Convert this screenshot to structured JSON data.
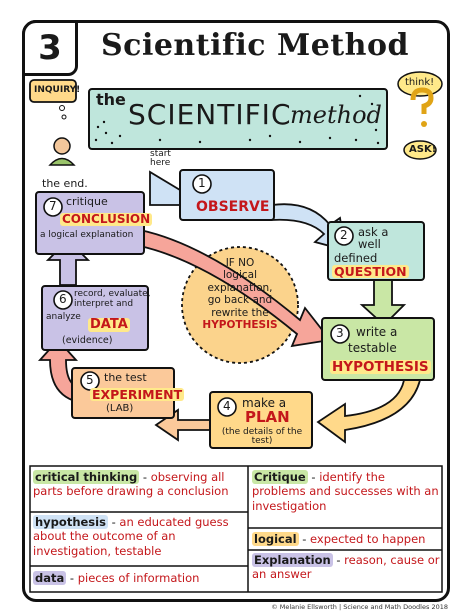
{
  "page": {
    "number": "3",
    "title": "Scientific Method"
  },
  "banner": {
    "line1": "the",
    "line2": "SCIENTIFIC",
    "line3": "method"
  },
  "side_notes": {
    "inquiry": "INQUIRY!",
    "think": "think!",
    "ask": "ASK!",
    "start_here": "start here",
    "the_end": "the end."
  },
  "center": {
    "line1": "IF NO",
    "line2": "logical",
    "line3": "explanation,",
    "line4": "go back and",
    "line5": "rewrite the",
    "line6": "HYPOTHESIS"
  },
  "steps": [
    {
      "n": "1",
      "lines": [
        ""
      ],
      "key": "OBSERVE",
      "sub": ""
    },
    {
      "n": "2",
      "lines": [
        "ask a",
        "well",
        "defined"
      ],
      "key": "QUESTION",
      "sub": ""
    },
    {
      "n": "3",
      "lines": [
        "write a",
        "testable"
      ],
      "key": "HYPOTHESIS",
      "sub": ""
    },
    {
      "n": "4",
      "lines": [
        "make a"
      ],
      "key": "PLAN",
      "sub": "(the details of the test)"
    },
    {
      "n": "5",
      "lines": [
        "the test"
      ],
      "key": "EXPERIMENT",
      "sub": "(LAB)"
    },
    {
      "n": "6",
      "lines": [
        "record, evaluate,",
        "interpret and",
        "analyze"
      ],
      "key": "DATA",
      "sub": "(evidence)"
    },
    {
      "n": "7",
      "lines": [
        "critique"
      ],
      "key": "CONCLUSION",
      "sub": "a logical explanation"
    }
  ],
  "definitions": [
    {
      "term": "critical thinking",
      "text": "observing all parts before drawing a conclusion"
    },
    {
      "term": "Critique",
      "text": "identify the problems and successes with an investigation"
    },
    {
      "term": "hypothesis",
      "text": "an educated guess about the outcome of an investigation, testable"
    },
    {
      "term": "logical",
      "text": "expected to happen"
    },
    {
      "term": "Explanation",
      "text": "reason, cause or an answer"
    },
    {
      "term": "data",
      "text": "pieces of information"
    }
  ],
  "credit": "© Melanie Ellsworth | Science and Math Doodles 2018",
  "colors": {
    "teal": "#bfe6dc",
    "blue": "#cfe2f5",
    "green": "#c9e7a5",
    "yellow": "#ffd98a",
    "orange": "#fbc99a",
    "salmon": "#f6a59a",
    "purple": "#c9c2e6",
    "red": "#c4171b"
  }
}
